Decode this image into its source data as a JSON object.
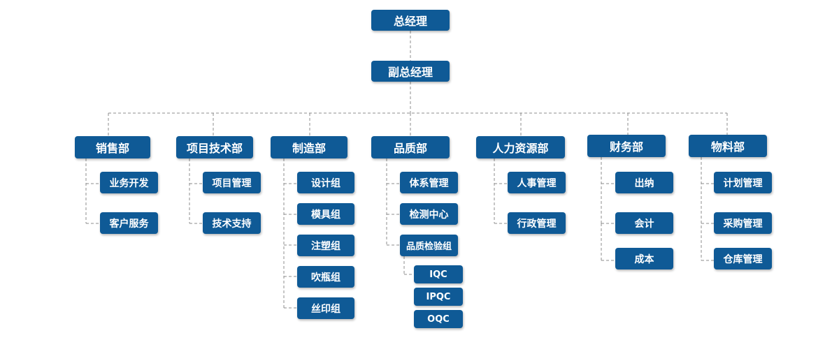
{
  "ceo": "总经理",
  "vp": "副总经理",
  "departments": [
    {
      "name": "销售部",
      "children": [
        "业务开发",
        "客户服务"
      ]
    },
    {
      "name": "项目技术部",
      "children": [
        "项目管理",
        "技术支持"
      ]
    },
    {
      "name": "制造部",
      "children": [
        "设计组",
        "模具组",
        "注塑组",
        "吹瓶组",
        "丝印组"
      ]
    },
    {
      "name": "品质部",
      "children": [
        "体系管理",
        "检测中心",
        "品质检验组"
      ],
      "sub_children": [
        "IQC",
        "IPQC",
        "OQC"
      ]
    },
    {
      "name": "人力资源部",
      "children": [
        "人事管理",
        "行政管理"
      ]
    },
    {
      "name": "财务部",
      "children": [
        "出纳",
        "会计",
        "成本"
      ]
    },
    {
      "name": "物料部",
      "children": [
        "计划管理",
        "采购管理",
        "仓库管理"
      ]
    }
  ],
  "colors": {
    "box": "#0f5a96",
    "text": "#ffffff",
    "line": "#8c8c8c"
  }
}
